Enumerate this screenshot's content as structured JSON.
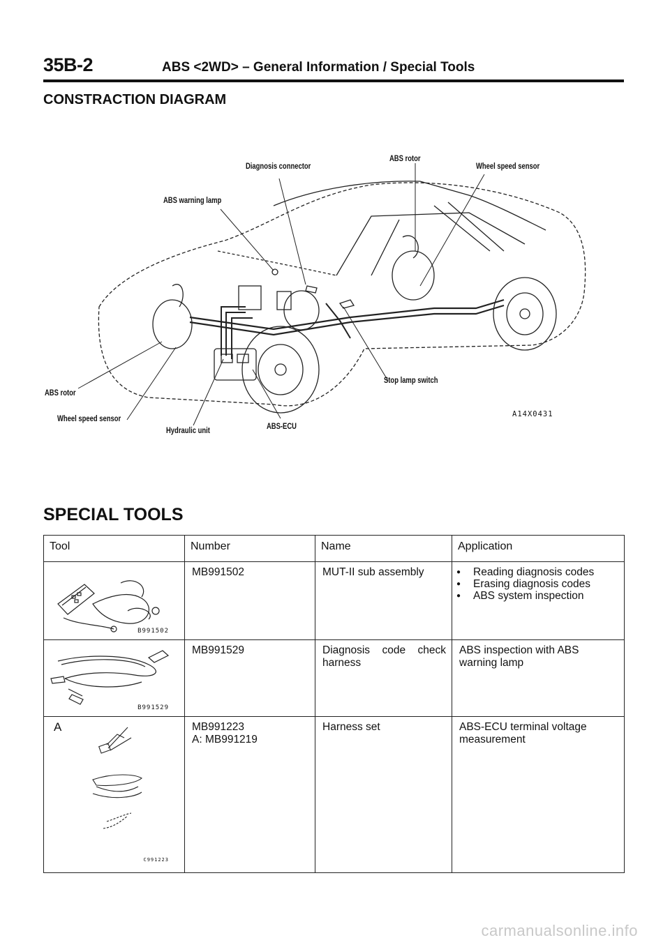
{
  "header": {
    "page_number": "35B-2",
    "title": "ABS <2WD> – General Information / Special Tools"
  },
  "construction": {
    "heading": "CONSTRACTION DIAGRAM",
    "figure_id": "A14X0431",
    "labels": {
      "diagnosis_connector": "Diagnosis connector",
      "abs_rotor_top": "ABS rotor",
      "wheel_speed_sensor_top": "Wheel speed sensor",
      "abs_warning_lamp": "ABS warning lamp",
      "stop_lamp_switch": "Stop lamp switch",
      "abs_rotor_left": "ABS rotor",
      "wheel_speed_sensor_left": "Wheel speed sensor",
      "hydraulic_unit": "Hydraulic unit",
      "abs_ecu": "ABS-ECU"
    }
  },
  "special_tools": {
    "heading": "SPECIAL TOOLS",
    "columns": [
      "Tool",
      "Number",
      "Name",
      "Application"
    ],
    "rows": [
      {
        "tool_code": "B991502",
        "number": "MB991502",
        "number2": "",
        "label": "",
        "name": "MUT-II sub assembly",
        "application": [
          "Reading diagnosis codes",
          "Erasing diagnosis codes",
          "ABS system inspection"
        ]
      },
      {
        "tool_code": "B991529",
        "number": "MB991529",
        "number2": "",
        "label": "",
        "name": "Diagnosis code check harness",
        "application_text": "ABS inspection with ABS warning lamp"
      },
      {
        "tool_code": "C991223",
        "number": "MB991223",
        "number2": "A: MB991219",
        "label": "A",
        "name": "Harness set",
        "application_text": "ABS-ECU terminal voltage measurement"
      }
    ]
  },
  "watermark": "carmanualsonline.info"
}
